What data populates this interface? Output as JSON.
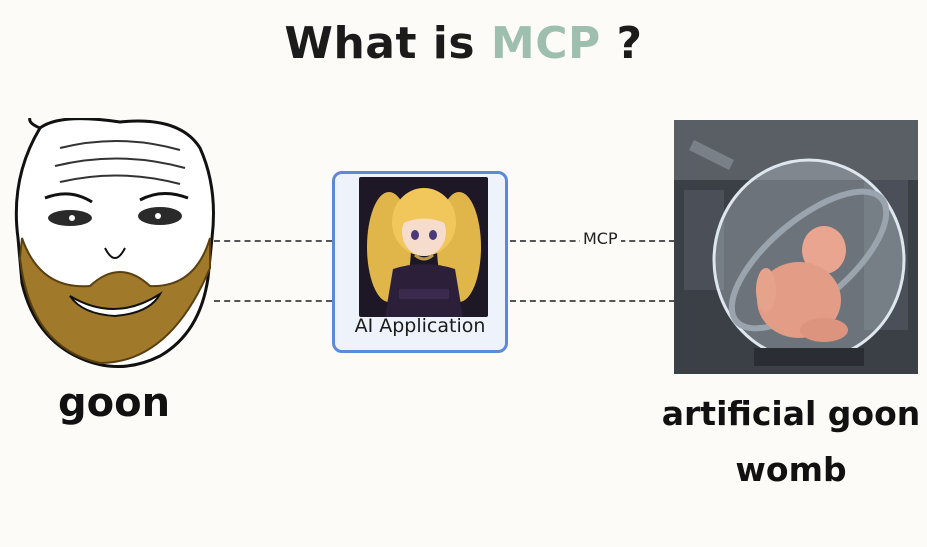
{
  "title": {
    "prefix": "What is ",
    "accent": "MCP",
    "suffix": " ?"
  },
  "left_node": {
    "label": "goon",
    "icon": "bearded-wojak-face"
  },
  "center_node": {
    "label": "AI Application",
    "icon": "anime-girl-portrait"
  },
  "connector": {
    "label": "MCP"
  },
  "right_node": {
    "line1": "artificial goon",
    "line2": "womb",
    "icon": "baby-in-glass-pod"
  },
  "colors": {
    "accent": "#9fbfae",
    "box_border": "#5b8bd6",
    "box_fill": "#eef3fb",
    "beard": "#a07a2a"
  }
}
